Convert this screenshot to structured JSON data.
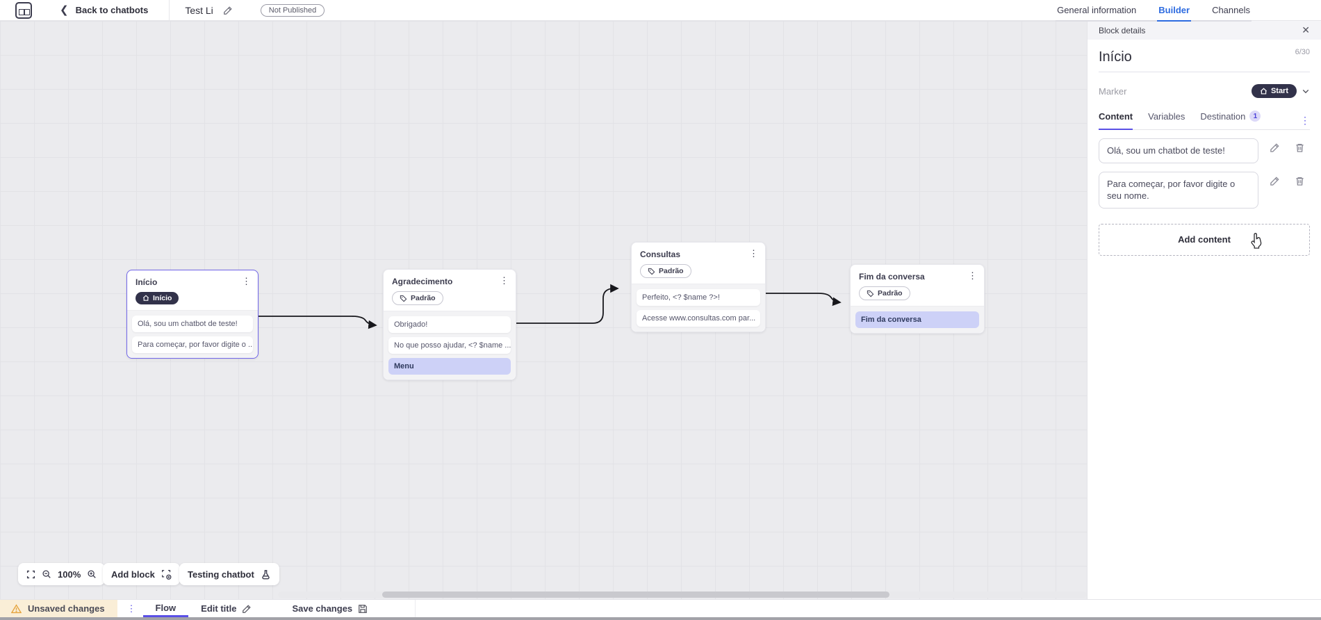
{
  "topbar": {
    "back_label": "Back to chatbots",
    "title": "Test Li",
    "status_badge": "Not Published",
    "tabs": [
      {
        "label": "General information",
        "active": false
      },
      {
        "label": "Builder",
        "active": true
      },
      {
        "label": "Channels",
        "active": false
      }
    ]
  },
  "panel": {
    "header": "Block details",
    "block_name": "Início",
    "name_counter": "6/30",
    "marker_label": "Marker",
    "marker_value": "Start",
    "tabs": [
      {
        "label": "Content",
        "active": true
      },
      {
        "label": "Variables",
        "active": false
      },
      {
        "label": "Destination",
        "active": false,
        "badge": "1"
      }
    ],
    "contents": [
      "Olá, sou um chatbot de teste!",
      "Para começar, por favor digite o seu nome."
    ],
    "add_content_label": "Add content"
  },
  "canvas": {
    "blocks": [
      {
        "title": "Início",
        "marker_label": "Início",
        "selected": true,
        "items": [
          {
            "text": "Olá, sou um chatbot de teste!"
          },
          {
            "text": "Para começar, por favor digite o ..."
          }
        ]
      },
      {
        "title": "Agradecimento",
        "marker_label": "Padrão",
        "items": [
          {
            "text": "Obrigado!"
          },
          {
            "text": "No que posso ajudar, <? $name ..."
          },
          {
            "text": "Menu"
          }
        ]
      },
      {
        "title": "Consultas",
        "marker_label": "Padrão",
        "items": [
          {
            "text": "Perfeito, <? $name ?>!"
          },
          {
            "text": "Acesse www.consultas.com par..."
          }
        ]
      },
      {
        "title": "Fim da conversa",
        "marker_label": "Padrão",
        "items": [
          {
            "text": "Fim da conversa"
          }
        ]
      }
    ]
  },
  "controls": {
    "zoom_level": "100%",
    "add_block_label": "Add block",
    "testing_label": "Testing chatbot"
  },
  "statusbar": {
    "unsaved_label": "Unsaved changes",
    "flow_tab": "Flow",
    "edit_title_label": "Edit title",
    "save_label": "Save changes"
  },
  "colors": {
    "accent_purple": "#5a50e6",
    "accent_blue": "#2d6be0",
    "selected_block_border": "#7166e8",
    "action_row_bg": "#cdd1f7",
    "dark_pill_bg": "#32324a",
    "unsaved_bg": "#faeed7",
    "warning_icon": "#e5a33c",
    "canvas_bg": "#ebebee"
  }
}
